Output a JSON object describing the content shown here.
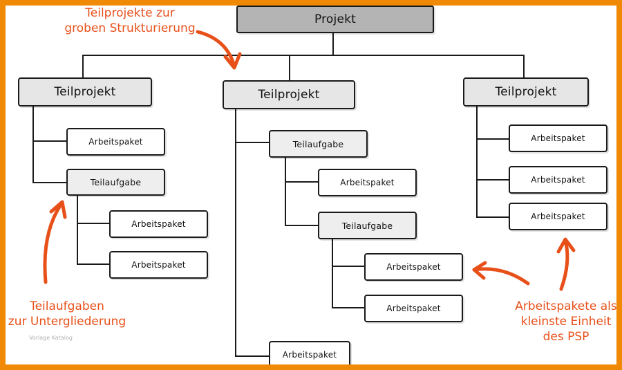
{
  "nodes": {
    "root": "Projekt",
    "tp1": "Teilprojekt",
    "tp1_ap1": "Arbeitspaket",
    "tp1_ta1": "Teilaufgabe",
    "tp1_ta1_ap1": "Arbeitspaket",
    "tp1_ta1_ap2": "Arbeitspaket",
    "tp2": "Teilprojekt",
    "tp2_ta1": "Teilaufgabe",
    "tp2_ta1_ap1": "Arbeitspaket",
    "tp2_ta2": "Teilaufgabe",
    "tp2_ta2_ap1": "Arbeitspaket",
    "tp2_ta2_ap2": "Arbeitspaket",
    "tp2_ap1": "Arbeitspaket",
    "tp3": "Teilprojekt",
    "tp3_ap1": "Arbeitspaket",
    "tp3_ap2": "Arbeitspaket",
    "tp3_ap3": "Arbeitspaket"
  },
  "annotations": {
    "top": [
      "Teilprojekte zur",
      "groben Strukturierung"
    ],
    "left": [
      "Teilaufgaben",
      "zur Untergliederung"
    ],
    "right": [
      "Arbeitspakete als",
      "kleinste Einheit",
      "des PSP"
    ]
  },
  "watermark": "Vorlage Katalog",
  "colors": {
    "frame": "#f08a06",
    "annotation": "#e8501a",
    "root_fill": "#b4b4b4",
    "teilprojekt_fill": "#e6e6e6"
  }
}
